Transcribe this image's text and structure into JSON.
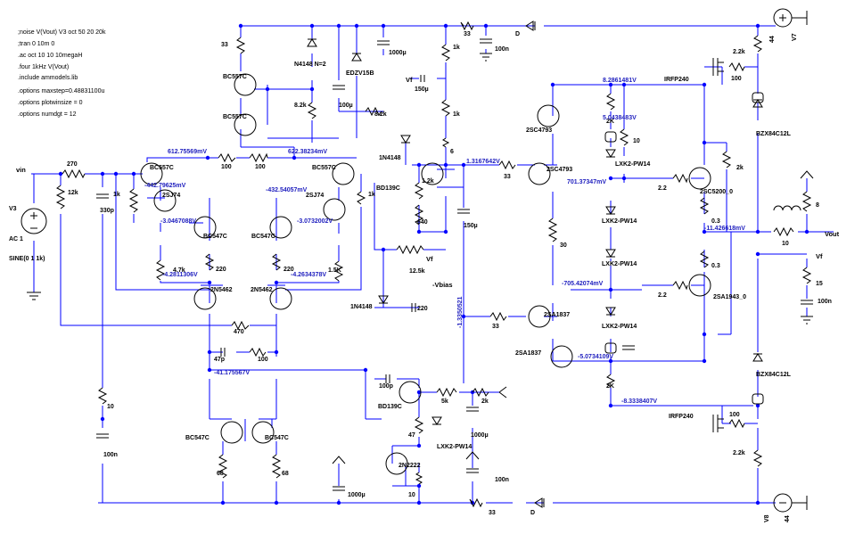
{
  "directives": [
    ";noise V(Vout) V3 oct 50 20 20k",
    ";tran 0 10m 0",
    ".ac oct 10 10 10megaH",
    ".four 1kHz V(Vout)",
    ".include ammodels.lib",
    ".options maxstep=0.48831100u",
    ".options plotwinsize = 0",
    ".options numdgt = 12"
  ],
  "source": {
    "name": "V3",
    "type": "AC 1",
    "func": "SINE(0 1 1k)"
  },
  "nets": {
    "vin": "vin",
    "vout": "Vout",
    "vf": "Vf",
    "vbias": "-Vbias"
  },
  "supplies": [
    {
      "name": "V7",
      "value": "44"
    },
    {
      "name": "V8",
      "value": "44"
    }
  ],
  "components": {
    "R1": "12k",
    "R2": "10",
    "R3": "1k",
    "R4": "470",
    "R5": "4.7k",
    "R6": "2K",
    "R7": "33",
    "R8": "100",
    "R9": "0.3",
    "R10": "1.5K",
    "R11": "68",
    "R12": "0.3",
    "R13": "100",
    "R14": "33",
    "R15": "33",
    "R16": "33",
    "R17": "1k",
    "R18": "270",
    "R19": "100",
    "R22": "2.2k",
    "R23": "1.2k",
    "R24": "640",
    "R25": "2.2k",
    "R27": "8.2k",
    "R28": "1k",
    "R29": "2.2",
    "R30": "2.2",
    "R31": "2K",
    "R32": "8.2k",
    "R33": "220",
    "R34": "220",
    "R35": "5k",
    "R36": "6",
    "R38": "68",
    "R39": "10",
    "R40": "33",
    "R41": "8",
    "R42": "2k",
    "R43": "100",
    "R44": "100",
    "R45": "15",
    "R47": "1k",
    "R48": "30",
    "R50": "47",
    "R51": "2k",
    "R53": "10",
    "R55": "12.5k",
    "C1": "330p",
    "C4": "1000µ",
    "C5": "47p",
    "C6": "100n",
    "C7": "220",
    "C10": "100p",
    "C12": "100n",
    "C14": "150µ",
    "C19": "1000µ",
    "C21": "100n",
    "C23": "100n",
    "C25": "1000µ",
    "C26": "1000µ",
    "C3": "100µ",
    "C33": "150µ",
    "C35": "",
    "L1": "",
    "L2": "",
    "L3": "",
    "L4": "",
    "L5": ""
  },
  "devices": {
    "Q1": "BC557C",
    "Q7": "BC557C",
    "Q5": "BC557C",
    "Q8": "BC557C",
    "Q2": "BC547C",
    "Q4": "BC547C",
    "Q10": "BC547C",
    "Q13": "BC547C",
    "J3": "2SJ74",
    "J4": "2SJ74",
    "J1": "2N5462",
    "J2": "2N5462",
    "Q6": "BD139C",
    "Q17": "BD139C",
    "Q15": "2N2222",
    "Q8b": "2SC4793",
    "Q9": "2SA1837",
    "NPN": "2SC4793",
    "2S": "2SA1837",
    "TTC2": "2SC5200_0",
    "TTA2": "2SA1943_0",
    "M1": "IRFP240",
    "M2": "IRFP240",
    "D1": "1N4148",
    "D6": "N4148 N=2",
    "D5": "EDZV15B",
    "D8": "1N4148",
    "D2": "LXK2-PW14",
    "D3": "LXK2-PW14",
    "D9": "LXK2-PW14",
    "D10": "LXK2-PW14",
    "D11": "LXK2-PW14",
    "D7": "BZX84C12L",
    "D4": "BZX84C12L",
    "D19": "D",
    "D20": "D"
  },
  "voltages": [
    "612.75569mV",
    "-442.79625mV",
    "-3.0467088V",
    "-4.2811306V",
    "622.38234mV",
    "-432.54057mV",
    "-3.0732002V",
    "-4.2634378V",
    "1.3167642V",
    "8.2861481V",
    "5.0438483V",
    "701.37347mV",
    "-705.42074mV",
    "-5.0734109V",
    "-8.3338407V",
    "-11.426618mV",
    "-41.175567V",
    "-1.3350521"
  ]
}
